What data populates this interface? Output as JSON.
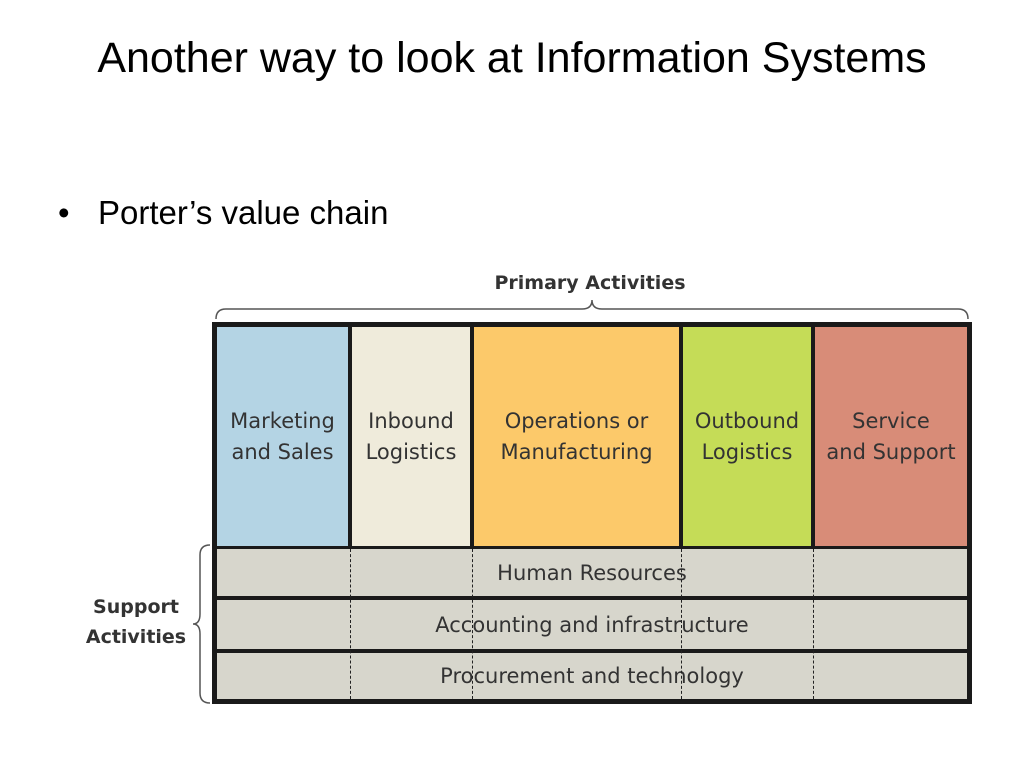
{
  "slide": {
    "title": "Another way to look at Information Systems",
    "bullet": "Porter’s value chain"
  },
  "diagram": {
    "primary_label": "Primary Activities",
    "support_label_line1": "Support",
    "support_label_line2": "Activities",
    "primary_activities": [
      {
        "line1": "Marketing",
        "line2": "and Sales",
        "color": "#b4d4e4"
      },
      {
        "line1": "Inbound",
        "line2": "Logistics",
        "color": "#efebdb"
      },
      {
        "line1": "Operations or",
        "line2": "Manufacturing",
        "color": "#fcc96a"
      },
      {
        "line1": "Outbound",
        "line2": "Logistics",
        "color": "#c5dc57"
      },
      {
        "line1": "Service",
        "line2": "and Support",
        "color": "#d88c78"
      }
    ],
    "support_activities": [
      "Human Resources",
      "Accounting and infrastructure",
      "Procurement and technology"
    ],
    "support_color": "#d7d6cc"
  }
}
